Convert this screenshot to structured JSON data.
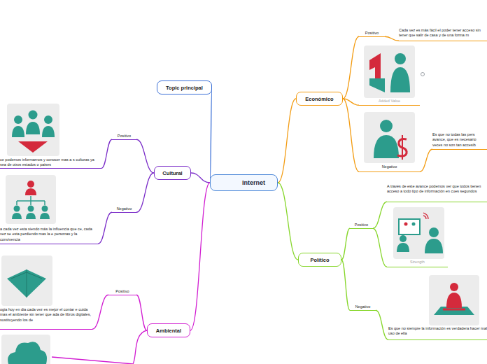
{
  "diagram": {
    "nodes": [
      {
        "text": [
          "Internet"
        ]
      },
      {
        "text": [
          "Topic principal"
        ]
      },
      {
        "text": [
          "Cultural"
        ]
      },
      {
        "text": [
          "Positivo"
        ]
      },
      {
        "text": [
          "ce  podemos informarnos y conocer mas a s culturas ya sea de otros estados o paises"
        ]
      },
      {
        "text": [
          "Negativo"
        ]
      },
      {
        "text": [
          "a cada vez esta siendo más la influencia que ce, cada vez se esta perdiendo mas la e personas y la convivencia"
        ]
      },
      {
        "text": [
          "Ambiental"
        ]
      },
      {
        "text": [
          "Positivo"
        ]
      },
      {
        "text": [
          "ogia hoy en dia cada vez es mejor el contar e cuida mas el ambiente sin tener que ada de libros digitales, sustituyendo los de"
        ]
      },
      {
        "text": [
          "Económico"
        ]
      },
      {
        "text": [
          "Positivo"
        ]
      },
      {
        "text": [
          "Cada vez es más fácil el poder tener acceso sin tener que salir de casa y de una forma m"
        ]
      },
      {
        "text": [
          "Added Value"
        ]
      },
      {
        "text": [
          "Negativo"
        ]
      },
      {
        "text": [
          "Es que no todas las pers avance, que es necesario veces no son tan accesib"
        ]
      },
      {
        "text": [
          "Político"
        ]
      },
      {
        "text": [
          "Positivo"
        ]
      },
      {
        "text": [
          "A través de este avance podemos ver que todos tienen acceso a todo tipo de información en cues segundos"
        ]
      },
      {
        "text": [
          "Strength"
        ]
      },
      {
        "text": [
          "Negativo"
        ]
      },
      {
        "text": [
          "Es que no siempre la información es verdadera hacer mal uso de ella"
        ]
      }
    ],
    "edges": [
      {
        "from": 0,
        "to": 1,
        "arrow": "none"
      },
      {
        "from": 0,
        "to": 2,
        "arrow": "none"
      },
      {
        "from": 2,
        "to": 3,
        "arrow": "none"
      },
      {
        "from": 3,
        "to": 4,
        "arrow": "none"
      },
      {
        "from": 2,
        "to": 5,
        "arrow": "none"
      },
      {
        "from": 5,
        "to": 6,
        "arrow": "none"
      },
      {
        "from": 0,
        "to": 7,
        "arrow": "none"
      },
      {
        "from": 7,
        "to": 8,
        "arrow": "none"
      },
      {
        "from": 8,
        "to": 9,
        "arrow": "none"
      },
      {
        "from": 0,
        "to": 10,
        "arrow": "none"
      },
      {
        "from": 10,
        "to": 11,
        "arrow": "none"
      },
      {
        "from": 11,
        "to": 12,
        "arrow": "none"
      },
      {
        "from": 10,
        "to": 13,
        "arrow": "none"
      },
      {
        "from": 10,
        "to": 14,
        "arrow": "none"
      },
      {
        "from": 14,
        "to": 15,
        "arrow": "none"
      },
      {
        "from": 0,
        "to": 16,
        "arrow": "none"
      },
      {
        "from": 16,
        "to": 17,
        "arrow": "none"
      },
      {
        "from": 17,
        "to": 18,
        "arrow": "none"
      },
      {
        "from": 17,
        "to": 19,
        "arrow": "none"
      },
      {
        "from": 16,
        "to": 20,
        "arrow": "none"
      },
      {
        "from": 20,
        "to": 21,
        "arrow": "none"
      }
    ]
  }
}
